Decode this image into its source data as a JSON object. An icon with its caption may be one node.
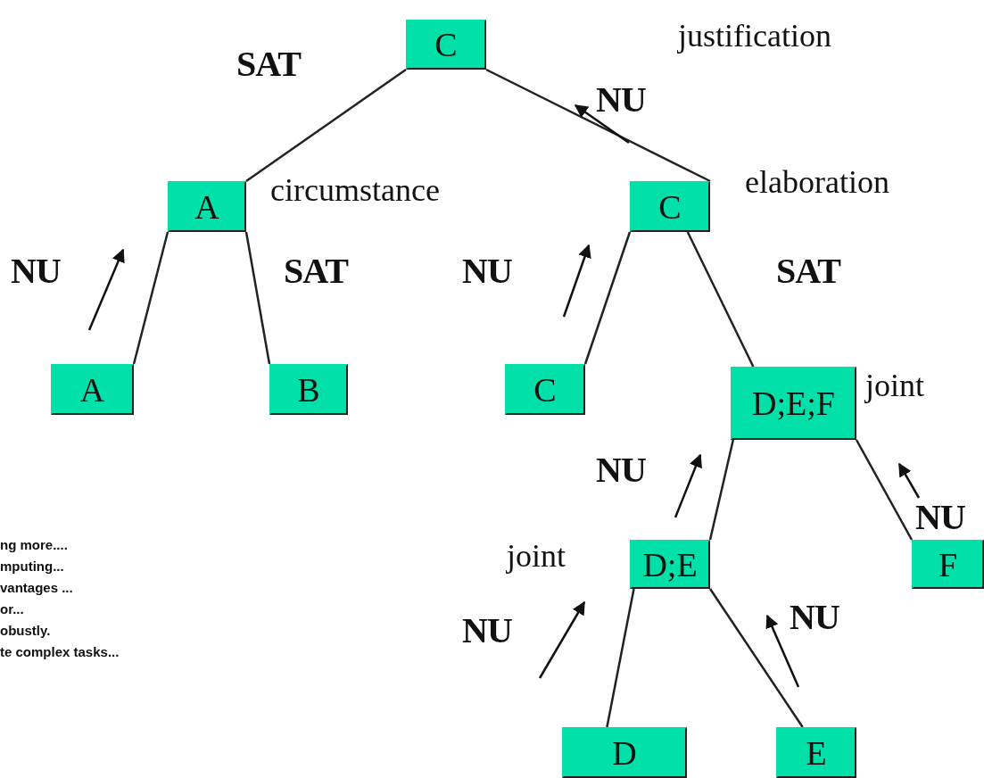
{
  "diagram": {
    "nodes": [
      {
        "text": [
          "C"
        ]
      },
      {
        "text": [
          "A"
        ]
      },
      {
        "text": [
          "C"
        ]
      },
      {
        "text": [
          "A"
        ]
      },
      {
        "text": [
          "B"
        ]
      },
      {
        "text": [
          "C"
        ]
      },
      {
        "text": [
          "D;E;F"
        ]
      },
      {
        "text": [
          "D;E"
        ]
      },
      {
        "text": [
          "F"
        ]
      },
      {
        "text": [
          "D"
        ]
      },
      {
        "text": [
          "E"
        ]
      }
    ],
    "edges": [
      {
        "from": 0,
        "to": 1,
        "arrow": "none"
      },
      {
        "from": 0,
        "to": 2,
        "arrow": "none"
      },
      {
        "from": 1,
        "to": 3,
        "arrow": "none"
      },
      {
        "from": 1,
        "to": 4,
        "arrow": "none"
      },
      {
        "from": 2,
        "to": 5,
        "arrow": "none"
      },
      {
        "from": 2,
        "to": 6,
        "arrow": "none"
      },
      {
        "from": 6,
        "to": 7,
        "arrow": "none"
      },
      {
        "from": 6,
        "to": 8,
        "arrow": "none"
      },
      {
        "from": 7,
        "to": 9,
        "arrow": "none"
      },
      {
        "from": 7,
        "to": 10,
        "arrow": "none"
      }
    ],
    "labels": [
      "justification",
      "SAT",
      "NU",
      "circumstance",
      "elaboration",
      "NU",
      "SAT",
      "NU",
      "SAT",
      "joint",
      "NU",
      "NU",
      "joint",
      "NU",
      "NU",
      "ng more....",
      "mputing...",
      "vantages ...",
      "or...",
      "obustly.",
      "te complex tasks..."
    ]
  }
}
